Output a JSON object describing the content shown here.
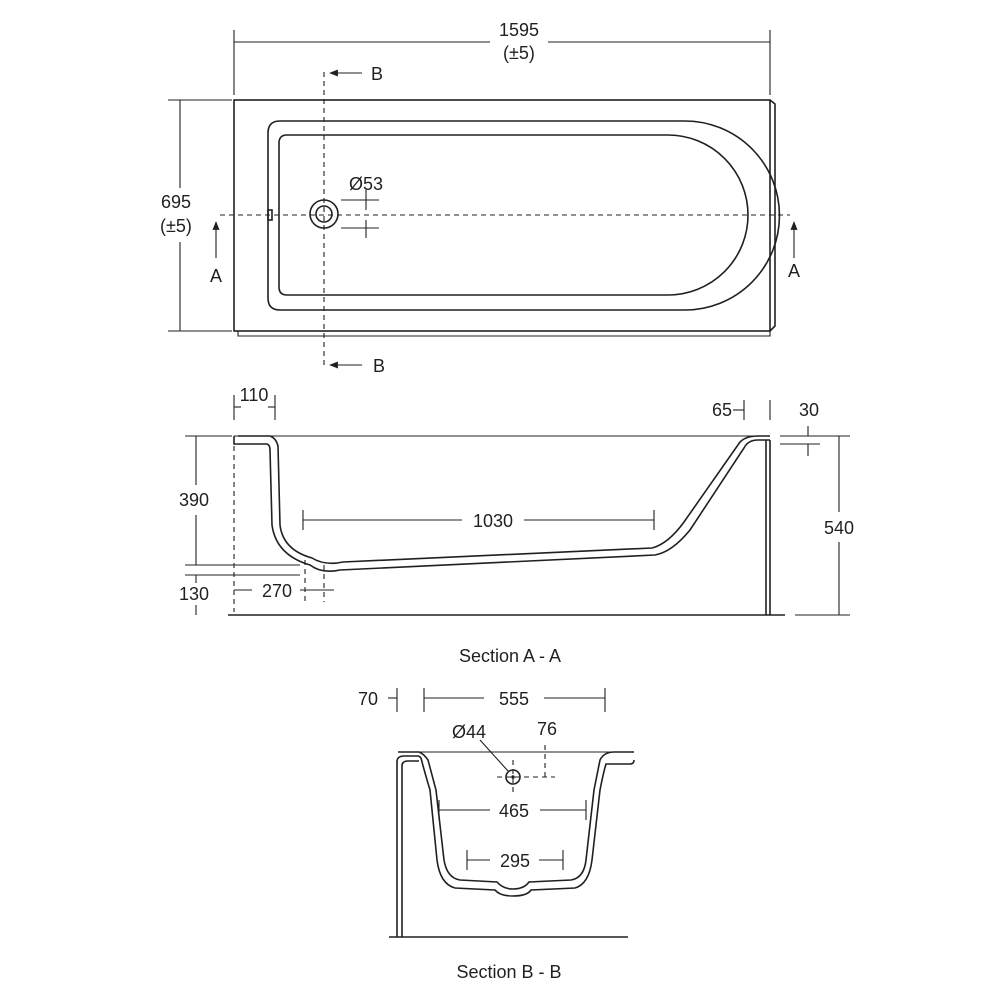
{
  "plan": {
    "length_value": "1595",
    "length_tol": "(±5)",
    "width_value": "695",
    "width_tol": "(±5)",
    "waste_dia": "Ø53",
    "section_a_mark": "A",
    "section_b_mark": "B"
  },
  "section_a": {
    "caption": "Section A - A",
    "dim_rim_left": "110",
    "dim_rim_right": "65",
    "dim_rim_thickness": "30",
    "dim_depth": "390",
    "dim_floor_length": "1030",
    "dim_total_height": "540",
    "dim_under_height": "130",
    "dim_waste_offset": "270"
  },
  "section_b": {
    "caption": "Section B - B",
    "dim_rim": "70",
    "dim_top_width": "555",
    "dim_overflow_dia": "Ø44",
    "dim_overflow_height": "76",
    "dim_mid_width": "465",
    "dim_floor_width": "295"
  }
}
